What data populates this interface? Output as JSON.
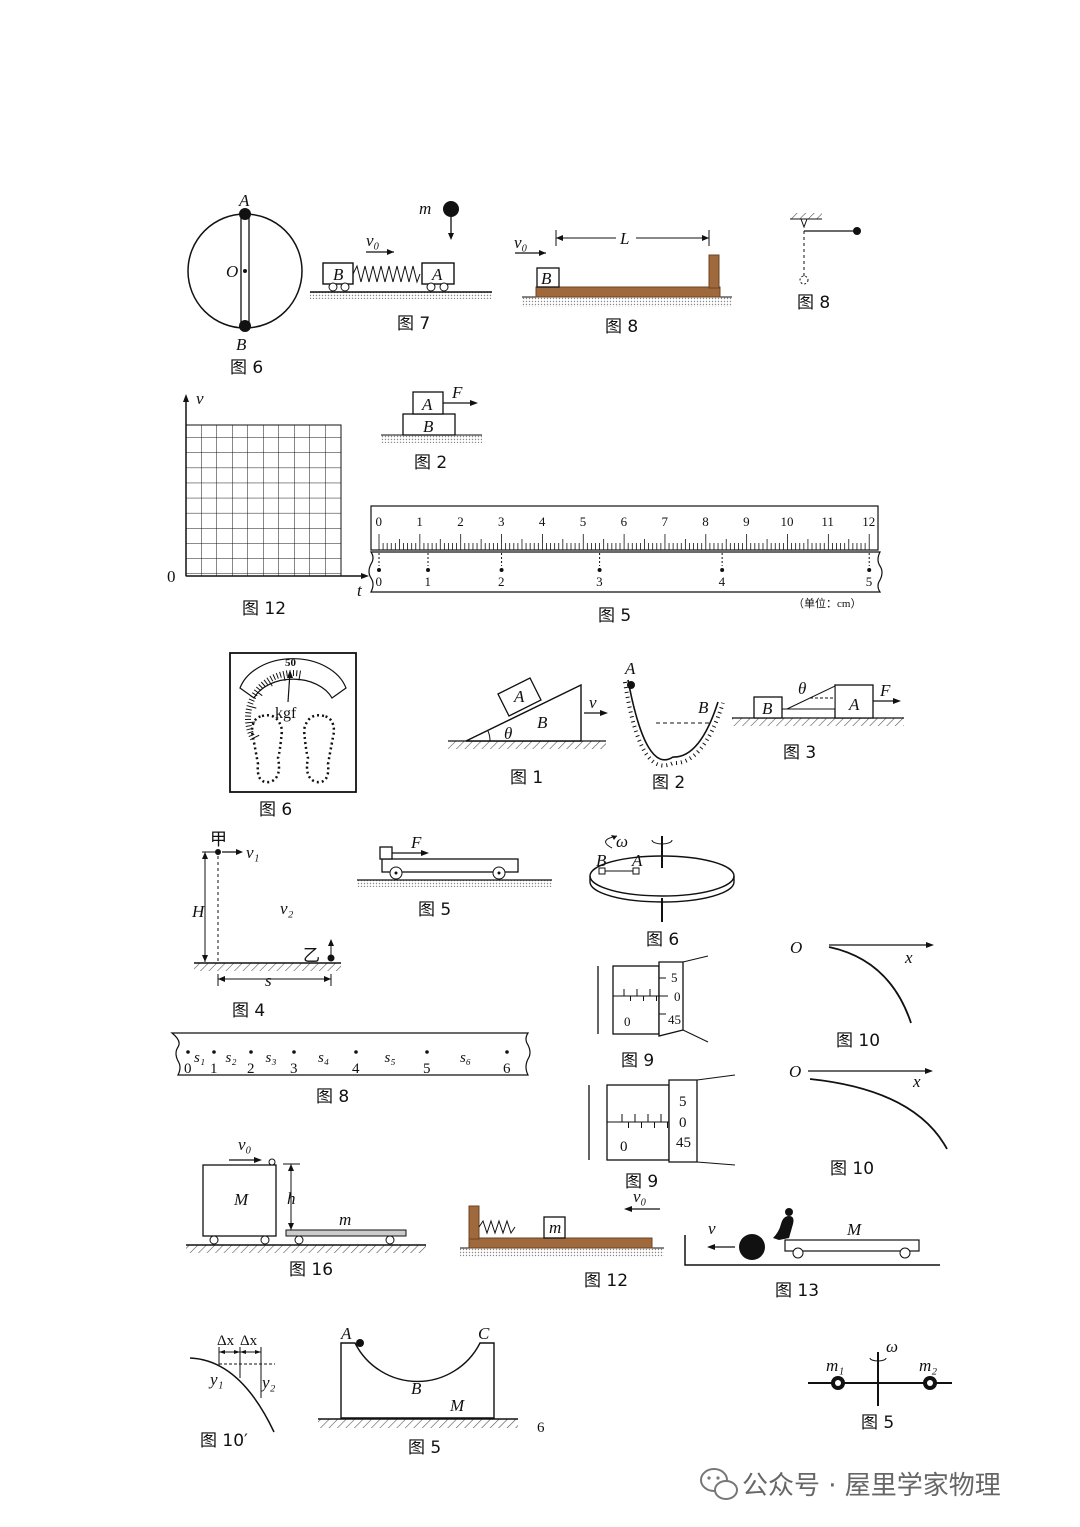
{
  "captions": {
    "fig6a": "图 6",
    "fig7": "图 7",
    "fig8a": "图 8",
    "fig8b": "图 8",
    "fig12a": "图 12",
    "fig2a": "图 2",
    "fig5a": "图 5",
    "fig6b": "图 6",
    "fig1": "图 1",
    "fig2b": "图 2",
    "fig3": "图 3",
    "fig4": "图 4",
    "fig5b": "图 5",
    "fig6c": "图 6",
    "fig10a": "图 10",
    "fig9a": "图 9",
    "fig8c": "图 8",
    "fig10b": "图 10",
    "fig9b": "图 9",
    "fig16": "图 16",
    "fig12b": "图 12",
    "fig13": "图 13",
    "fig10prime": "图 10′",
    "fig5c": "图 5",
    "fig5d": "图 5"
  },
  "labels": {
    "A": "A",
    "B": "B",
    "C": "C",
    "O": "O",
    "m": "m",
    "M": "M",
    "F": "F",
    "v": "v",
    "L": "L",
    "t": "t",
    "x": "x",
    "H": "H",
    "h": "h",
    "s": "s",
    "theta": "θ",
    "omega": "ω",
    "zero": "0",
    "v0": "v₀",
    "v1": "v₁",
    "v2": "v₂",
    "y1": "y₁",
    "y2": "y₂",
    "m1": "m₁",
    "m2": "m₂",
    "dx": "Δx",
    "jia": "甲",
    "yi": "乙",
    "kgf": "kgf",
    "scale50": "50",
    "six": "6"
  },
  "ruler": {
    "top_ticks": [
      "0",
      "1",
      "2",
      "3",
      "4",
      "5",
      "6",
      "7",
      "8",
      "9",
      "10",
      "11",
      "12"
    ],
    "tape_marks": [
      "0",
      "1",
      "2",
      "3",
      "4",
      "5"
    ],
    "unit": "（单位：cm）"
  },
  "micrometer": {
    "sleeve_zero": "0",
    "thimble": [
      "5",
      "0",
      "45"
    ]
  },
  "tape8": {
    "segments": [
      "s₁",
      "s₂",
      "s₃",
      "s₄",
      "s₅",
      "s₆"
    ],
    "points": [
      "0",
      "1",
      "2",
      "3",
      "4",
      "5",
      "6"
    ]
  },
  "watermark": {
    "text": "公众号 · 屋里学家物理"
  },
  "colors": {
    "wood": "#a0693c",
    "ink": "#111111",
    "watermark": "#666666"
  }
}
